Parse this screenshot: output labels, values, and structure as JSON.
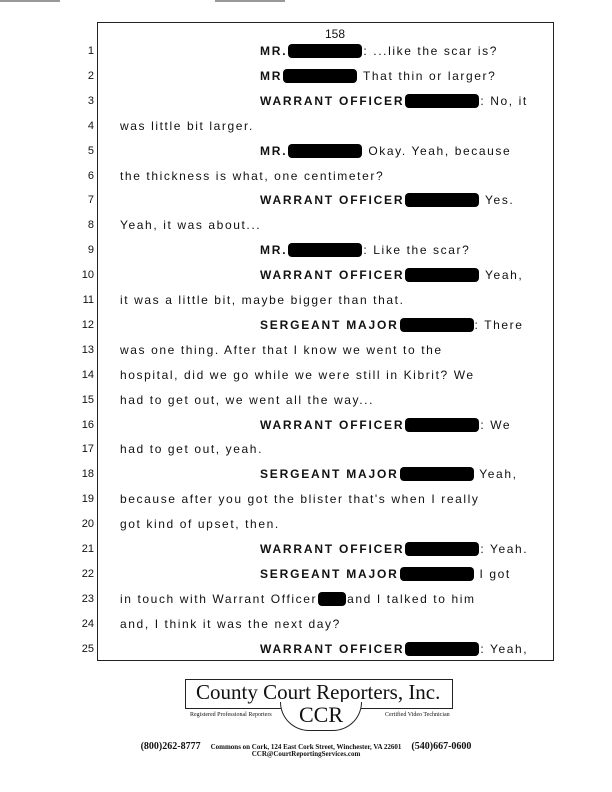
{
  "page_number": "158",
  "lines": [
    {
      "n": "1",
      "speaker": "MR.",
      "redacted": true,
      "text": ": ...like the scar is?"
    },
    {
      "n": "2",
      "speaker": "MR",
      "redacted": true,
      "text": " That thin or larger?"
    },
    {
      "n": "3",
      "speaker": "WARRANT OFFICER",
      "redacted": true,
      "text": ": No, it"
    },
    {
      "n": "4",
      "text": "was little bit larger."
    },
    {
      "n": "5",
      "speaker": "MR.",
      "redacted": true,
      "text": " Okay. Yeah, because"
    },
    {
      "n": "6",
      "text": "the thickness is what, one centimeter?"
    },
    {
      "n": "7",
      "speaker": "WARRANT OFFICER",
      "redacted": true,
      "text": " Yes."
    },
    {
      "n": "8",
      "text": "Yeah, it was about..."
    },
    {
      "n": "9",
      "speaker": "MR.",
      "redacted": true,
      "text": ": Like the scar?"
    },
    {
      "n": "10",
      "speaker": "WARRANT OFFICER",
      "redacted": true,
      "text": " Yeah,"
    },
    {
      "n": "11",
      "text": "it was a little bit, maybe bigger than that."
    },
    {
      "n": "12",
      "speaker": "SERGEANT MAJOR",
      "redacted": true,
      "text": ": There"
    },
    {
      "n": "13",
      "text": "was one thing. After that I know we went to the"
    },
    {
      "n": "14",
      "text": "hospital, did we go while we were still in Kibrit? We"
    },
    {
      "n": "15",
      "text": "had to get out, we went all the way..."
    },
    {
      "n": "16",
      "speaker": "WARRANT OFFICER",
      "redacted": true,
      "text": ": We"
    },
    {
      "n": "17",
      "text": "had to get out, yeah."
    },
    {
      "n": "18",
      "speaker": "SERGEANT MAJOR",
      "redacted": true,
      "text": " Yeah,"
    },
    {
      "n": "19",
      "text": "because after you got the blister that's when I really"
    },
    {
      "n": "20",
      "text": "got kind of upset, then."
    },
    {
      "n": "21",
      "speaker": "WARRANT OFFICER",
      "redacted": true,
      "text": ": Yeah."
    },
    {
      "n": "22",
      "speaker": "SERGEANT MAJOR",
      "redacted": true,
      "text": " I got"
    },
    {
      "n": "23",
      "text": "in touch with Warrant Officer",
      "redacted_inline": true,
      "text2": "and I talked to him"
    },
    {
      "n": "24",
      "text": "and, I think it was the next day?"
    },
    {
      "n": "25",
      "speaker": "WARRANT OFFICER",
      "redacted": true,
      "text": ": Yeah,"
    }
  ],
  "footer": {
    "company": "County Court Reporters, Inc.",
    "abbr": "CCR",
    "left_tag": "Registered Professional Reporters",
    "right_tag": "Certified Video Technician",
    "phone1": "(800)262-8777",
    "address": "Commons on Cork, 124 East Cork Street, Winchester, VA 22601",
    "phone2": "(540)667-0600",
    "email": "CCR@CourtReportingServices.com"
  }
}
